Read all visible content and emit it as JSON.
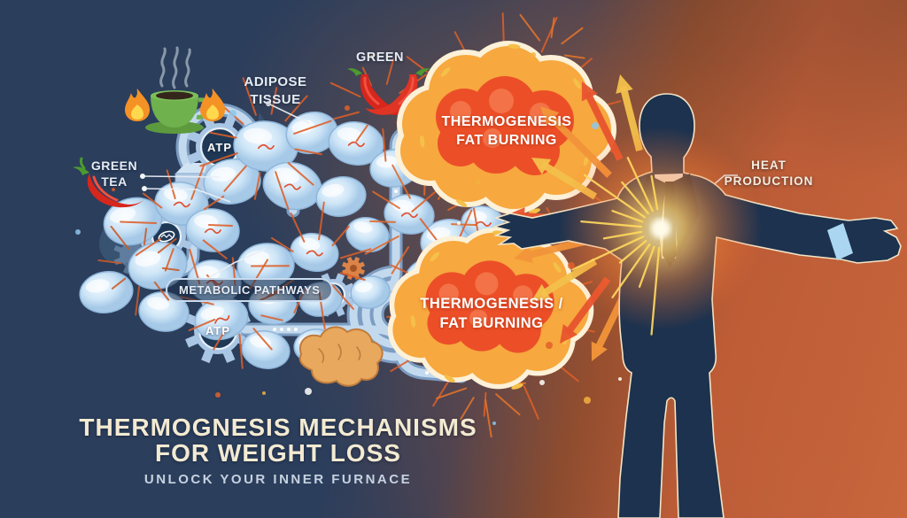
{
  "title": {
    "line1": "THERMOGNESIS MECHANISMS",
    "line2": "FOR WEIGHT LOSS",
    "subtitle": "UNLOCK YOUR INNER FURNACE"
  },
  "labels": {
    "green": "GREEN",
    "adipose_line1": "ADIPOSE",
    "adipose_line2": "TISSUE",
    "green_tea_line1": "GREEN",
    "green_tea_line2": "TEA",
    "metabolic": "METABOLIC PATHWAYS",
    "heat_line1": "HEAT",
    "heat_line2": "PRODUCTION",
    "atp_top": "ATP",
    "atp_bottom": "ATP"
  },
  "clouds": {
    "top": {
      "line1": "THERMOGENESIS",
      "line2": "FAT BURNING"
    },
    "bottom": {
      "line1": "THERMOGENESIS /",
      "line2": "FAT BURNING"
    }
  },
  "icons": [
    "green-tea-cup-icon",
    "steam-icon",
    "flame-icon",
    "dark-flame-icon",
    "chili-pepper-icon",
    "gear-icon",
    "atp-gear-icon",
    "mitochondria-gear-icon",
    "fat-cell-icon",
    "pipe-icon",
    "ginger-root-icon",
    "explosion-cloud-icon",
    "heat-glow-icon",
    "radiating-arrow-icon",
    "man-silhouette"
  ],
  "colors": {
    "background_left": "#2b3e5c",
    "background_right": "#c8663c",
    "cloud_cream": "#fdf1d8",
    "cloud_orange": "#f7a83e",
    "cloud_red": "#ec4f28",
    "pipe_blue": "#b7cfe8",
    "cell_blue": "#cfe6f7",
    "accent_yellow": "#f3c14b",
    "chili_red": "#d7261c",
    "tea_green": "#6fb14c",
    "suit_navy": "#1c324e",
    "title_cream": "#f3ead2",
    "subtitle_blue": "#c6d2e0"
  }
}
